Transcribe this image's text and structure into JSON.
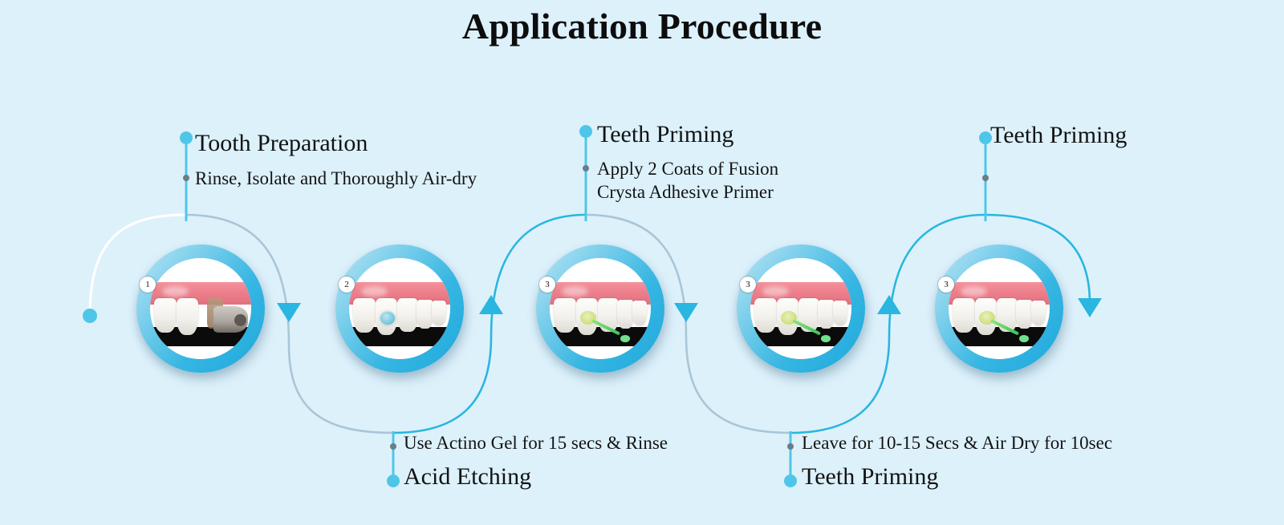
{
  "page": {
    "title": "Application Procedure",
    "background_color": "#ddf1fb",
    "accent_color": "#29b6e0",
    "ring_color": "#36b6e2"
  },
  "steps": [
    {
      "index": 1,
      "badge": "1",
      "title": "Tooth Preparation",
      "subtitle": "Rinse, Isolate and Thoroughly Air-dry",
      "subtitle_line2": "",
      "position": "above",
      "image_alt": "tooth-preparation-photo"
    },
    {
      "index": 2,
      "badge": "2",
      "title": "Acid Etching",
      "subtitle": "Use Actino Gel for  15 secs & Rinse",
      "subtitle_line2": "",
      "position": "below",
      "image_alt": "acid-etching-photo"
    },
    {
      "index": 3,
      "badge": "3",
      "title": "Teeth Priming",
      "subtitle": "Apply 2 Coats of Fusion",
      "subtitle_line2": "Crysta Adhesive Primer",
      "position": "above",
      "image_alt": "teeth-priming-photo"
    },
    {
      "index": 4,
      "badge": "3",
      "title": "Teeth Priming",
      "subtitle": "Leave for 10-15 Secs & Air Dry for 10sec",
      "subtitle_line2": "",
      "position": "below",
      "image_alt": "teeth-priming-air-dry-photo"
    },
    {
      "index": 5,
      "badge": "3",
      "title": "Teeth Priming",
      "subtitle": "",
      "subtitle_line2": "",
      "position": "above",
      "image_alt": "teeth-priming-final-photo"
    }
  ],
  "connectors": {
    "start_dot": "flow-start-dot",
    "arrow_down_1": "arrow-down-after-step1",
    "arrow_up_1": "arrow-up-after-step2",
    "arrow_down_2": "arrow-down-after-step3",
    "arrow_up_2": "arrow-up-after-step4",
    "arrow_end": "arrow-down-end"
  }
}
